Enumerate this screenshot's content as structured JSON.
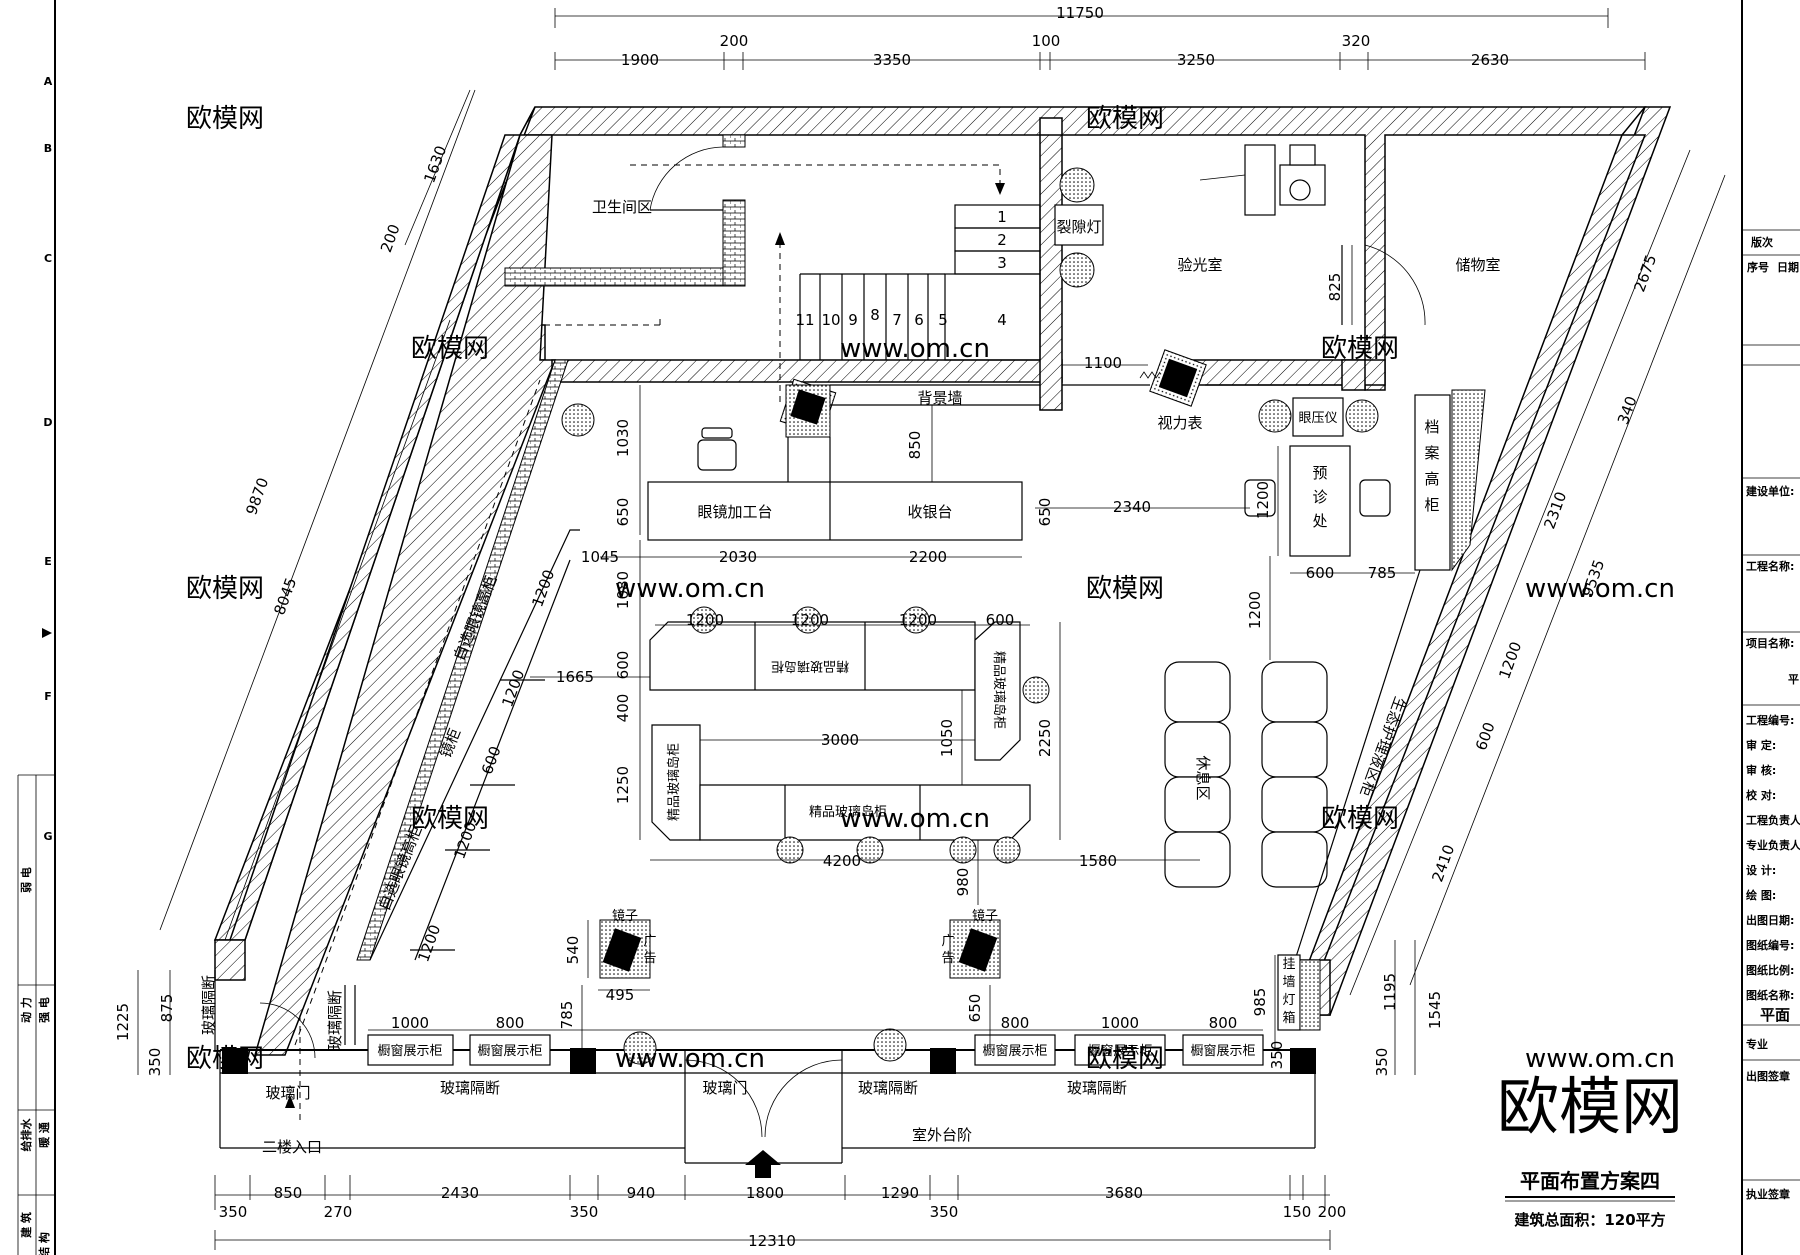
{
  "top_dims": {
    "total": "11750",
    "d1": "1900",
    "d2": "200",
    "d3": "3350",
    "d4": "100",
    "d5": "3250",
    "d6": "320",
    "d7": "2630"
  },
  "bottom_dims": {
    "total": "12310",
    "b1": "350",
    "b2": "850",
    "b3": "270",
    "b4": "2430",
    "b5": "350",
    "b6": "940",
    "b7": "1800",
    "b8": "1290",
    "b9": "350",
    "b10": "3680",
    "b11": "150",
    "b12": "200"
  },
  "left_dims": {
    "outer": "9870",
    "inner": "8045",
    "top1": "1630",
    "top2": "200",
    "v1": "1225",
    "v2": "875",
    "v3": "350"
  },
  "right_dims": {
    "r1": "2675",
    "r2": "340",
    "r3": "2310",
    "r4": "9535",
    "r5": "1200",
    "r6": "600",
    "r7": "2410",
    "r8": "1195",
    "r9": "1545",
    "r10": "350"
  },
  "inner_dims": {
    "a1030": "1030",
    "a650l": "650",
    "a850": "850",
    "a650r": "650",
    "a2340": "2340",
    "a1045": "1045",
    "a2030": "2030",
    "a2200": "2200",
    "a1080": "1080",
    "c1200a": "1200",
    "c1200b": "1200",
    "c1200c": "1200",
    "c600t": "600",
    "a600": "600",
    "a1665": "1665",
    "a400": "400",
    "a3000": "3000",
    "a1050": "1050",
    "a2250": "2250",
    "a1250": "1250",
    "a4200": "4200",
    "a1580": "1580",
    "a980": "980",
    "a1100": "1100",
    "a825": "825",
    "a1200r": "1200",
    "a600b": "600",
    "a785b": "785",
    "a1200v": "1200",
    "w1200a": "1200",
    "w1200b": "1200",
    "w600": "600",
    "w1200c": "1200",
    "w1200d": "1200",
    "m540": "540",
    "m495": "495",
    "f785": "785",
    "f650": "650",
    "f985": "985",
    "f350": "350",
    "s1000a": "1000",
    "s800a": "800",
    "s800b": "800",
    "s1000b": "1000",
    "s800c": "800"
  },
  "rooms": {
    "toilet": "卫生间区",
    "optometry": "验光室",
    "storage": "储物室",
    "slit_lamp": "裂隙灯",
    "back_wall": "背景墙",
    "vision_chart": "视力表",
    "tonometer": "眼压仪",
    "lens_station": "眼镜加工台",
    "cashier": "收银台",
    "pre_diagnosis": [
      "预",
      "诊",
      "处"
    ],
    "archive_cabinet": [
      "档",
      "案",
      "高",
      "柜"
    ],
    "rest_area": "休息区",
    "island_top": "精品玻璃岛柜",
    "island_right": "精品玻璃岛柜",
    "island_left": "精品玻璃岛柜",
    "island_bottom": "精品玻璃岛柜",
    "self_high_cab_1": "自选眼镜高柜",
    "self_high_cab_2": "自选眼镜高柜",
    "mirror_cab": "镜柜",
    "mirror_1": "镜子",
    "ad_1": [
      "广",
      "告"
    ],
    "mirror_2": "镜子",
    "ad_2": [
      "广",
      "告"
    ],
    "wall_lamp": [
      "挂",
      "墙",
      "灯",
      "箱"
    ],
    "right_wall_cab": "生态护理液区柜",
    "glass_partition": "玻璃隔断",
    "glass_door": "玻璃门",
    "showcase": "橱窗展示柜",
    "second_floor_entry": "二楼入口",
    "outdoor_steps": "室外台阶",
    "stairs": [
      "1",
      "2",
      "3",
      "4",
      "5",
      "6",
      "7",
      "8",
      "9",
      "10",
      "11"
    ]
  },
  "title": {
    "main": "平面布置方案四",
    "area": "建筑总面积：120平方"
  },
  "watermark": {
    "text": "欧模网",
    "small": "欧模网",
    "url": "www.om.cn"
  },
  "title_block": {
    "top": "版次",
    "seq": "序号",
    "date": "日期",
    "rows": [
      "建设单位:",
      "工程名称:",
      "项目名称:",
      "工程编号:",
      "审 定:",
      "审 核:",
      "校 对:",
      "工程负责人:",
      "专业负责人:",
      "设 计:",
      "绘 图:",
      "出图日期:",
      "图纸编号:",
      "图纸比例:",
      "图纸名称:"
    ],
    "plan_short": "平",
    "plan_name": "平面",
    "major": "专业",
    "sign1": "出图签章",
    "sign2": "执业签章"
  },
  "left_strip": [
    "弱 电",
    "动 力",
    "强 电",
    "给排水",
    "暖 通",
    "建 筑",
    "结 构"
  ],
  "grid_letters": [
    "A",
    "B",
    "C",
    "D",
    "E",
    "F",
    "G"
  ]
}
